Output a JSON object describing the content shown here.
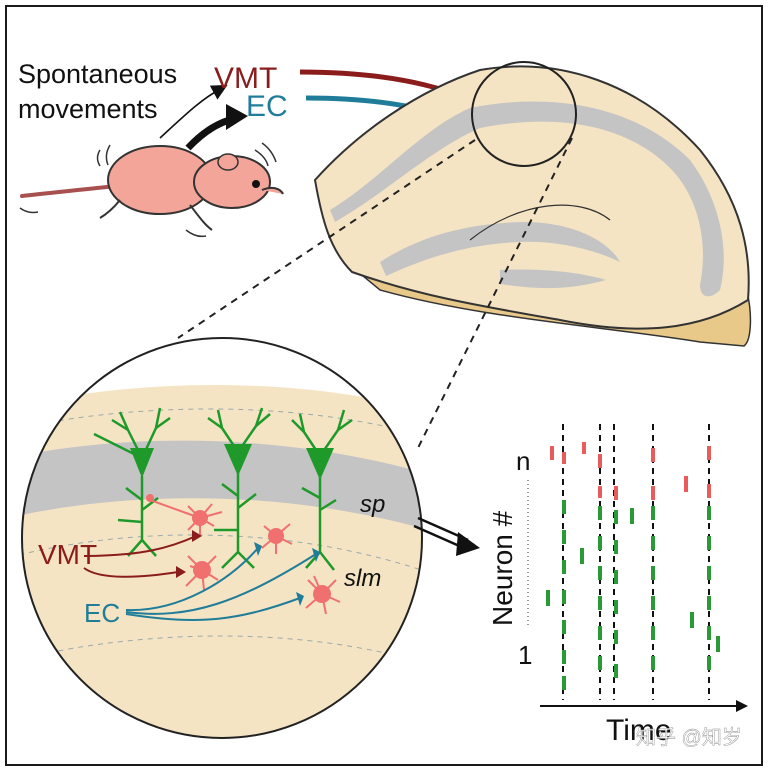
{
  "title_label": "Spontaneous\nmovements",
  "top_inputs": [
    {
      "label": "VMT",
      "color": "#8b1c1c"
    },
    {
      "label": "EC",
      "color": "#1f7d99"
    }
  ],
  "zoom_inputs": [
    {
      "label": "VMT",
      "color": "#8b1c1c"
    },
    {
      "label": "EC",
      "color": "#1f7d99"
    }
  ],
  "layer_labels": {
    "sp": "sp",
    "slm": "slm"
  },
  "raster": {
    "y_label": "Neuron #",
    "y_top": "n",
    "y_bottom": "1",
    "x_label": "Time"
  },
  "watermark": "知乎 @知岁",
  "colors": {
    "tissue": "#f4e4c3",
    "pyramidal_layer": "#c4c4c4",
    "neuron_green": "#1f9a2a",
    "interneuron_red": "#f07070",
    "pup": "#f2a598",
    "vmt": "#8b1c1c",
    "ec": "#1f7d99"
  }
}
